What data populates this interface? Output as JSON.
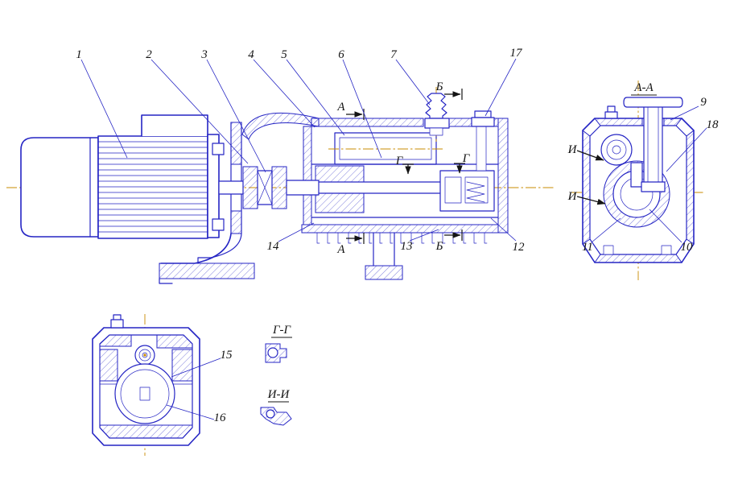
{
  "colors": {
    "line": "#2525c4",
    "centerline": "#c98b00",
    "label": "#141414",
    "background": "#ffffff"
  },
  "callouts": {
    "n1": "1",
    "n2": "2",
    "n3": "3",
    "n4": "4",
    "n5": "5",
    "n6": "6",
    "n7": "7",
    "n9": "9",
    "n10": "10",
    "n11": "11",
    "n12": "12",
    "n13": "13",
    "n14": "14",
    "n15": "15",
    "n16": "16",
    "n17": "17",
    "n18": "18"
  },
  "sections": {
    "a_top": "А",
    "a_bottom": "А",
    "b_top": "Б",
    "b_bottom": "Б",
    "g_left": "Г",
    "g_right": "Г",
    "i_upper": "И",
    "i_lower": "И"
  },
  "views": {
    "aa_title": "А-А",
    "gg_title": "Г-Г",
    "ii_title": "И-И"
  }
}
